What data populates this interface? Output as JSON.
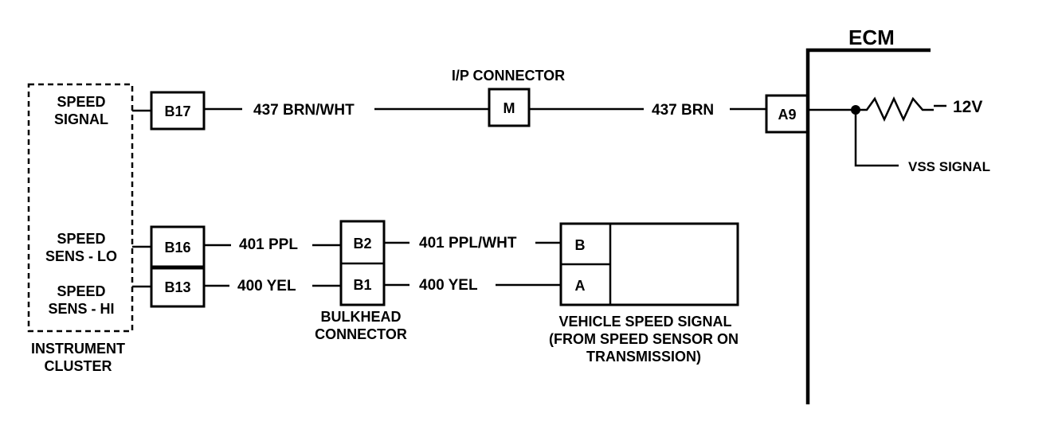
{
  "instrument_cluster": {
    "label_line1": "INSTRUMENT",
    "label_line2": "CLUSTER",
    "speed_signal_line1": "SPEED",
    "speed_signal_line2": "SIGNAL",
    "speed_sens_lo_line1": "SPEED",
    "speed_sens_lo_line2": "SENS - LO",
    "speed_sens_hi_line1": "SPEED",
    "speed_sens_hi_line2": "SENS - HI"
  },
  "pins": {
    "b17": "B17",
    "b16": "B16",
    "b13": "B13",
    "m": "M",
    "a9": "A9",
    "b2": "B2",
    "b1": "B1",
    "b": "B",
    "a": "A"
  },
  "wires": {
    "w437_brn_wht": "437 BRN/WHT",
    "w437_brn": "437 BRN",
    "w401_ppl": "401 PPL",
    "w401_ppl_wht": "401 PPL/WHT",
    "w400_yel_left": "400 YEL",
    "w400_yel_right": "400 YEL"
  },
  "ip_connector": {
    "label": "I/P CONNECTOR"
  },
  "bulkhead": {
    "line1": "BULKHEAD",
    "line2": "CONNECTOR"
  },
  "ecm": {
    "label": "ECM",
    "voltage": "12V",
    "vss_signal": "VSS SIGNAL"
  },
  "vss_sensor": {
    "line1": "VEHICLE SPEED SIGNAL",
    "line2": "(FROM SPEED SENSOR ON",
    "line3": "TRANSMISSION)"
  }
}
